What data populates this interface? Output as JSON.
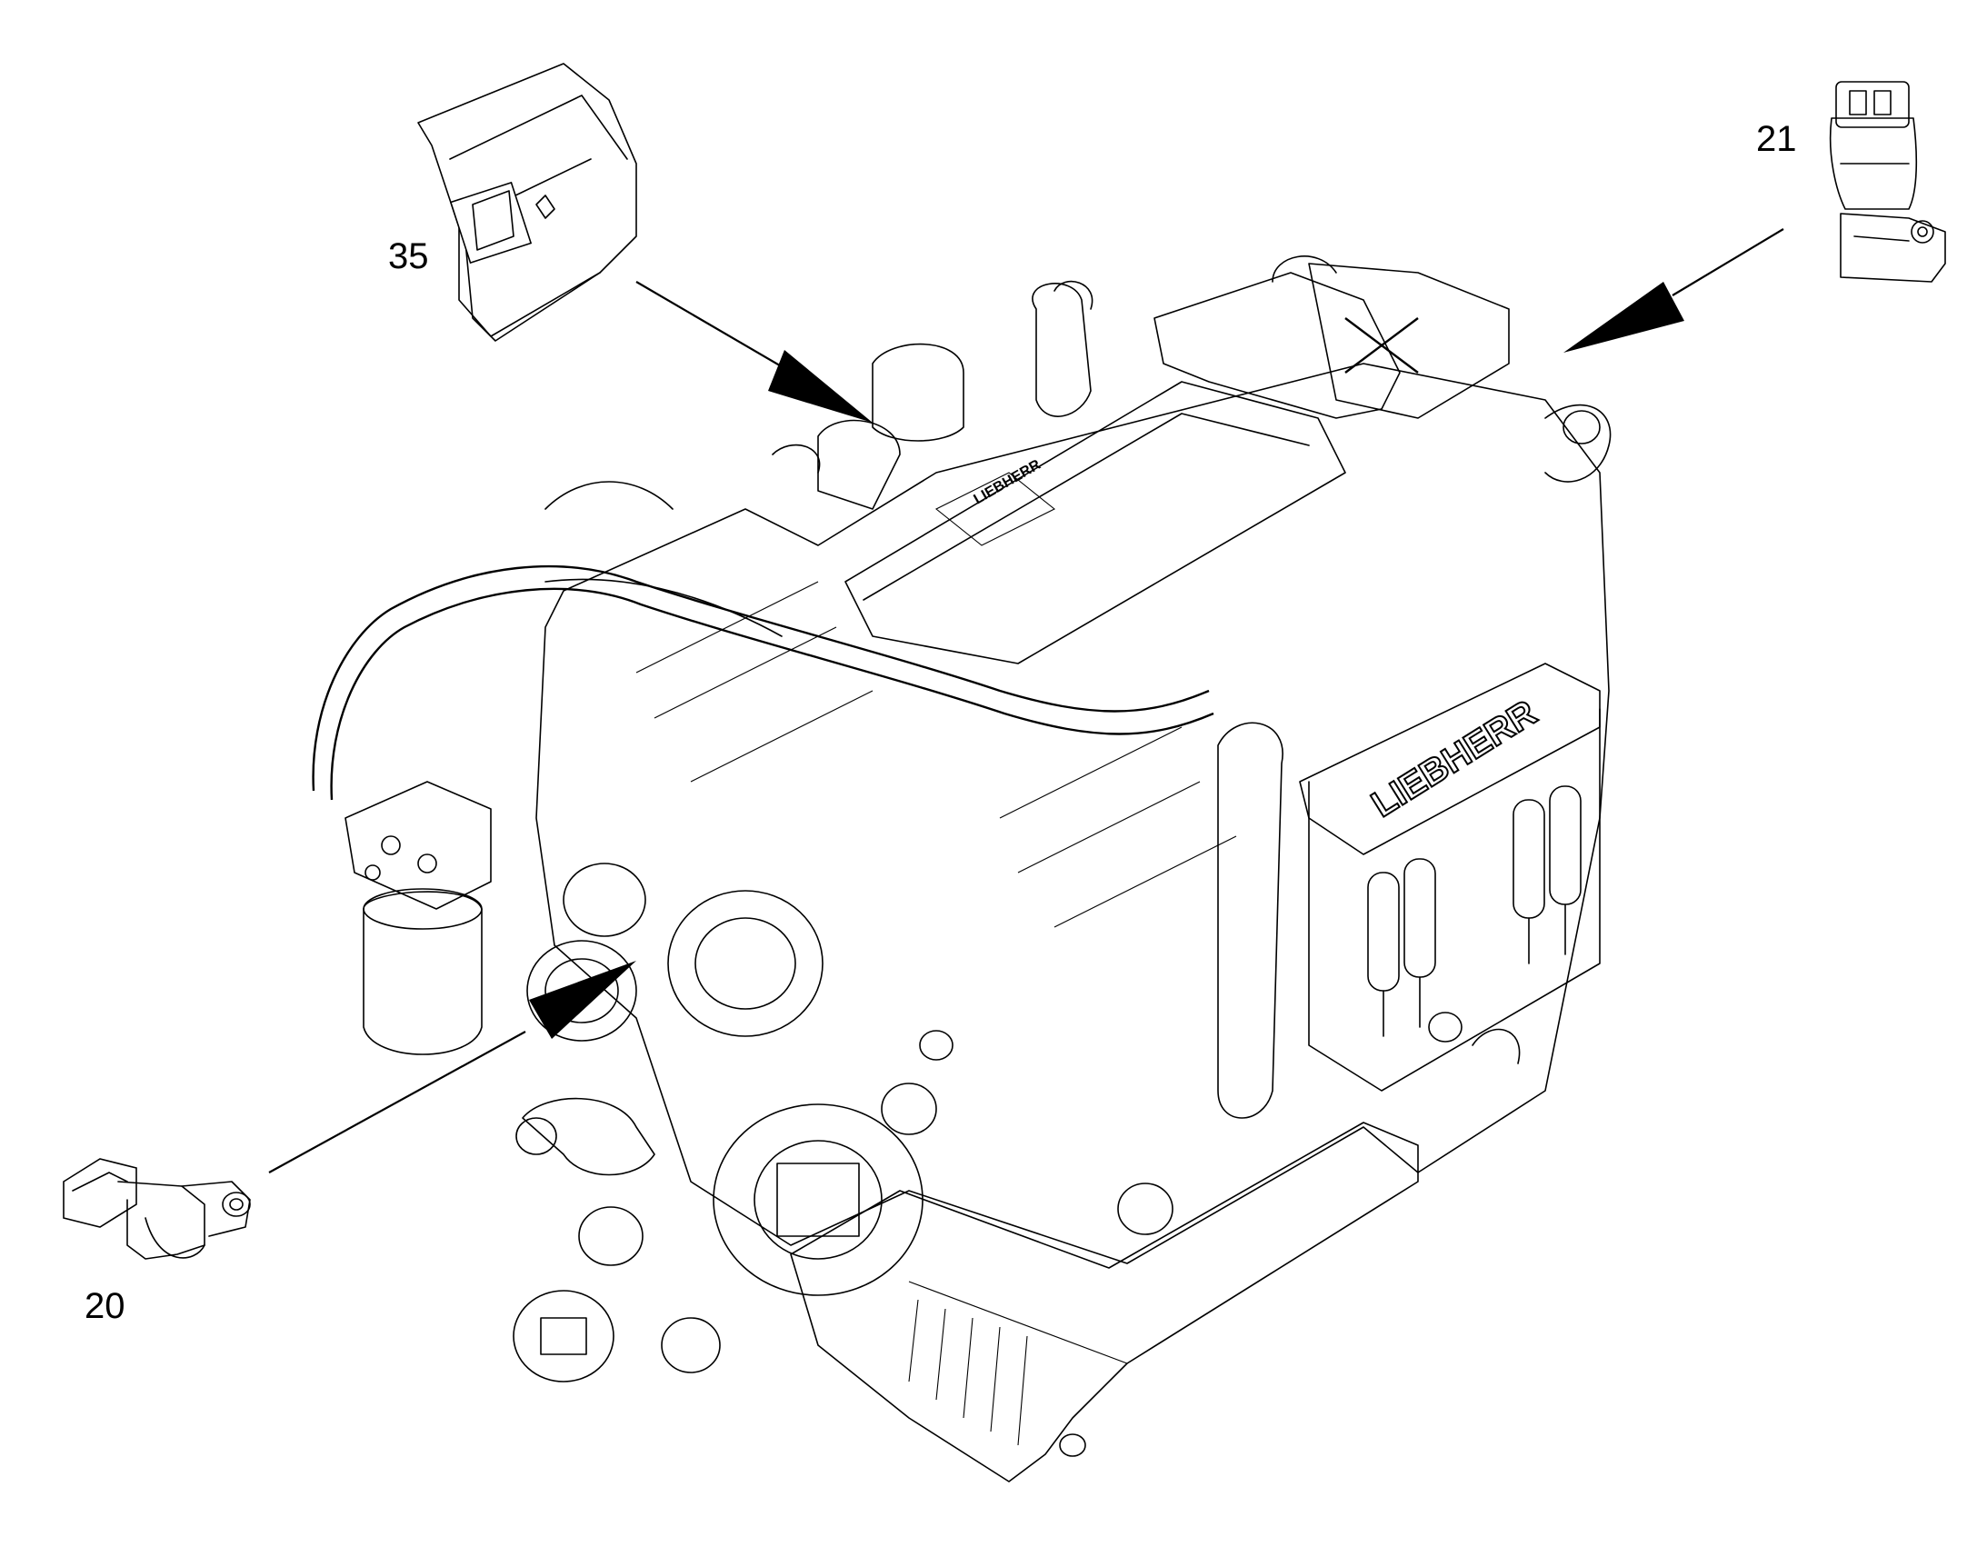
{
  "callouts": [
    {
      "id": "35",
      "label": "35"
    },
    {
      "id": "21",
      "label": "21"
    },
    {
      "id": "20",
      "label": "20"
    }
  ],
  "engine_badge": "LIEBHERR",
  "colors": {
    "line": "#000000",
    "background": "#ffffff"
  }
}
